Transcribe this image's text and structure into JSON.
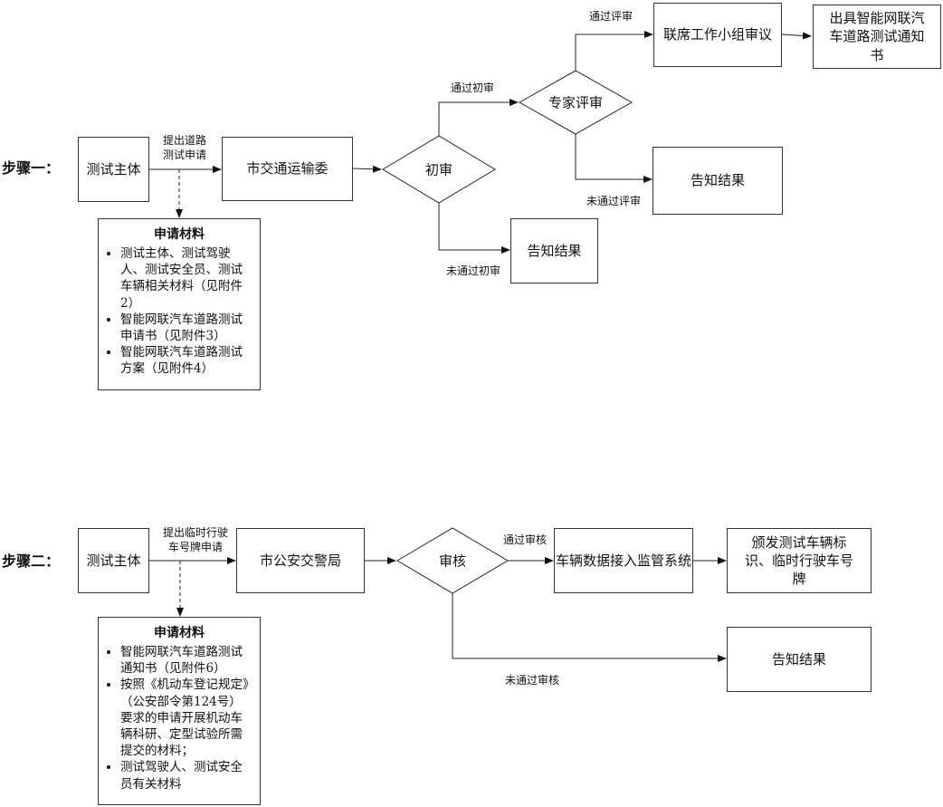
{
  "step1": {
    "label": "步骤一：",
    "subject": "测试主体",
    "apply_label": "提出道路\n测试申请",
    "committee": "市交通运输委",
    "initial_review": "初审",
    "pass_initial": "通过初审",
    "fail_initial": "未通过初审",
    "expert_review": "专家评审",
    "pass_expert": "通过评审",
    "fail_expert": "未通过评审",
    "joint_review": "联席工作小组审议",
    "issue_notice": "出具智能网联汽车道路测试通知书",
    "notify_result_a": "告知结果",
    "notify_result_b": "告知结果",
    "materials": {
      "title": "申请材料",
      "items": [
        "测试主体、测试驾驶人、测试安全员、测试车辆相关材料（见附件2）",
        "智能网联汽车道路测试申请书（见附件3）",
        "智能网联汽车道路测试方案（见附件4）"
      ]
    }
  },
  "step2": {
    "label": "步骤二：",
    "subject": "测试主体",
    "apply_label": "提出临时行驶\n车号牌申请",
    "police": "市公安交警局",
    "review": "审核",
    "pass_review": "通过审核",
    "fail_review": "未通过审核",
    "data_access": "车辆数据接入监管系统",
    "issue_plate": "颁发测试车辆标识、临时行驶车号牌",
    "notify_result": "告知结果",
    "materials": {
      "title": "申请材料",
      "items": [
        "智能网联汽车道路测试通知书（见附件6）",
        "按照《机动车登记规定》（公安部令第124号）要求的申请开展机动车辆科研、定型试验所需提交的材料；",
        "测试驾驶人、测试安全员有关材料"
      ]
    }
  }
}
